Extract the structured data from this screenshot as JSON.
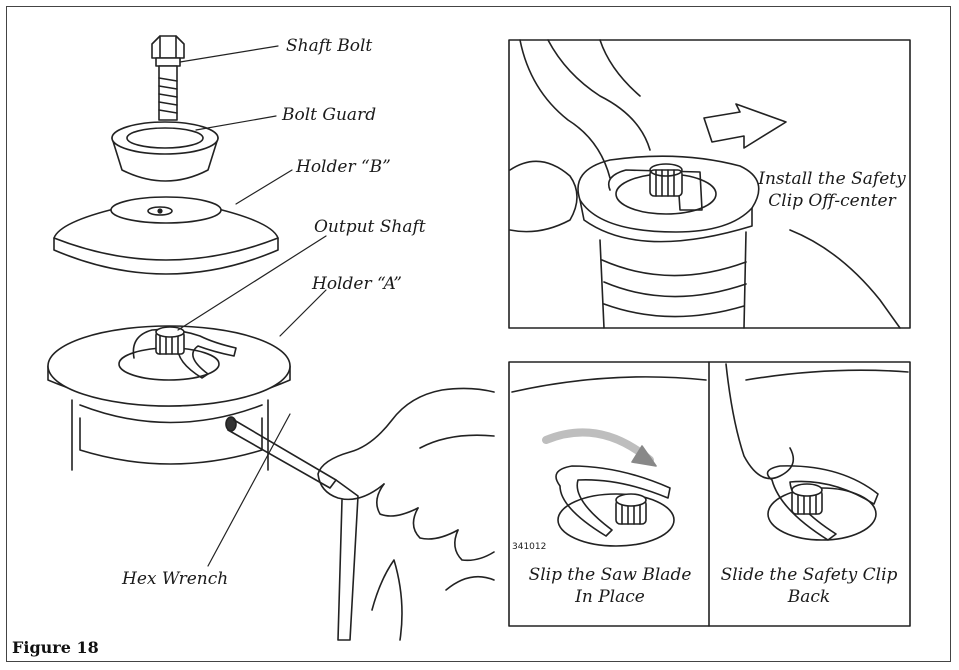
{
  "labels": {
    "shaft_bolt": "Shaft Bolt",
    "bolt_guard": "Bolt Guard",
    "holder_b": "Holder “B”",
    "output_shaft": "Output Shaft",
    "holder_a": "Holder “A”",
    "hex_wrench": "Hex Wrench"
  },
  "panels": {
    "install": {
      "line1": "Install the Safety",
      "line2": "Clip Off-center"
    },
    "slip": {
      "line1": "Slip the Saw Blade",
      "line2": "In Place",
      "code": "341012"
    },
    "slide": {
      "line1": "Slide the Safety Clip",
      "line2": "Back"
    }
  },
  "figure_title": "Figure 18"
}
